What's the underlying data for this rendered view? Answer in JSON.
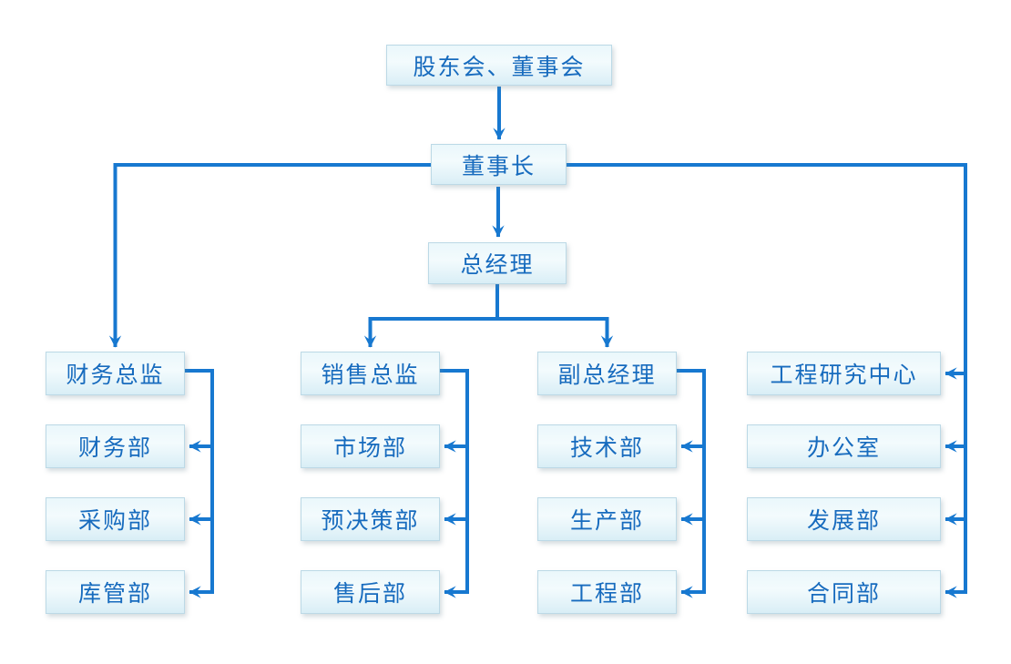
{
  "org": {
    "root": {
      "label": "股东会、董事会"
    },
    "chairman": {
      "label": "董事长"
    },
    "general_manager": {
      "label": "总经理"
    },
    "columns": [
      {
        "head": {
          "label": "财务总监"
        },
        "children": [
          {
            "label": "财务部"
          },
          {
            "label": "采购部"
          },
          {
            "label": "库管部"
          }
        ]
      },
      {
        "head": {
          "label": "销售总监"
        },
        "children": [
          {
            "label": "市场部"
          },
          {
            "label": "预决策部"
          },
          {
            "label": "售后部"
          }
        ]
      },
      {
        "head": {
          "label": "副总经理"
        },
        "children": [
          {
            "label": "技术部"
          },
          {
            "label": "生产部"
          },
          {
            "label": "工程部"
          }
        ]
      },
      {
        "head": {
          "label": "工程研究中心"
        },
        "children": [
          {
            "label": "办公室"
          },
          {
            "label": "发展部"
          },
          {
            "label": "合同部"
          }
        ]
      }
    ],
    "colors": {
      "line": "#1778d0",
      "text": "#176bbe",
      "box_fill_top": "#eaf7fb",
      "box_fill_bottom": "#d9eef6",
      "box_border": "#bcd9e6",
      "background": "#ffffff"
    }
  }
}
